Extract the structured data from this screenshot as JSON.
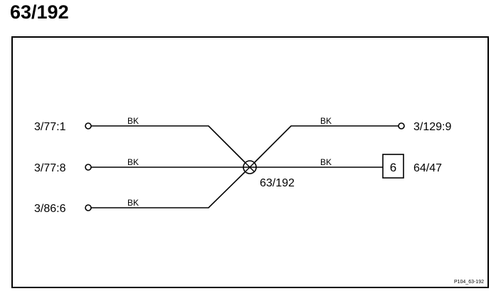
{
  "header": {
    "title": "63/192"
  },
  "splice": {
    "label": "63/192"
  },
  "connectors": [
    {
      "label": "3/77:1",
      "wire": "BK"
    },
    {
      "label": "3/77:8",
      "wire": "BK"
    },
    {
      "label": "3/86:6",
      "wire": "BK"
    },
    {
      "label": "3/129:9",
      "wire": "BK"
    },
    {
      "label": "64/47",
      "wire": "BK",
      "box": "6"
    }
  ],
  "footer": {
    "reference": "P104_63-192"
  }
}
